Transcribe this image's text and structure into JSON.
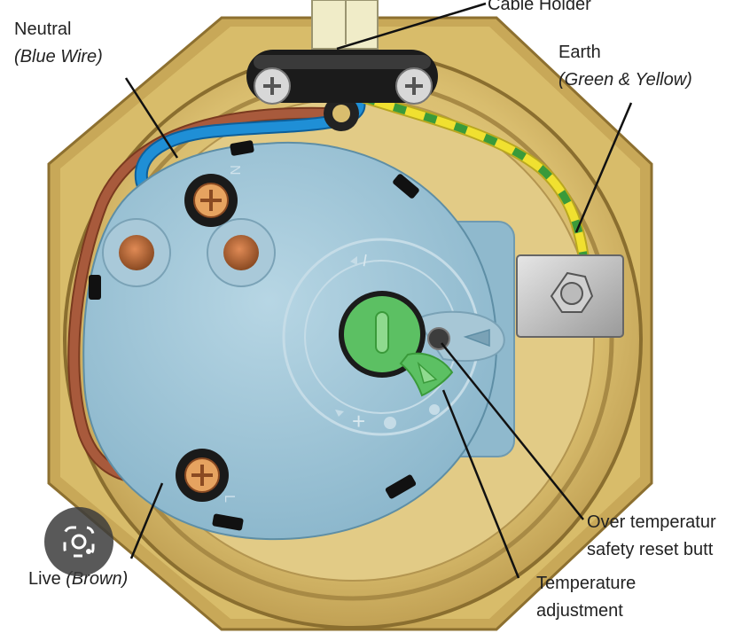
{
  "labels": {
    "cable_holder": "Cable Holder",
    "neutral": "Neutral",
    "neutral_sub": "(Blue Wire)",
    "earth": "Earth",
    "earth_sub": "(Green & Yellow)",
    "live": "Live",
    "live_sub": "(Brown)",
    "over_temp_line1": "Over temperatur",
    "over_temp_line2": "safety reset butt",
    "temp_adj_line1": "Temperature",
    "temp_adj_line2": "adjustment"
  },
  "dial_marks": {
    "neutral_terminal": "N",
    "live_terminal": "L",
    "minus": "–",
    "plus": "+"
  },
  "icons": {
    "lens": "lens-search-icon"
  },
  "colors": {
    "brass": "#d9bd6e",
    "plate": "#94bfd4",
    "blue_wire": "#1f8fd6",
    "brown_wire": "#a85a3c",
    "earth_yellow": "#f0e030",
    "earth_green": "#3a9a3a",
    "knob_green": "#5cc063"
  }
}
